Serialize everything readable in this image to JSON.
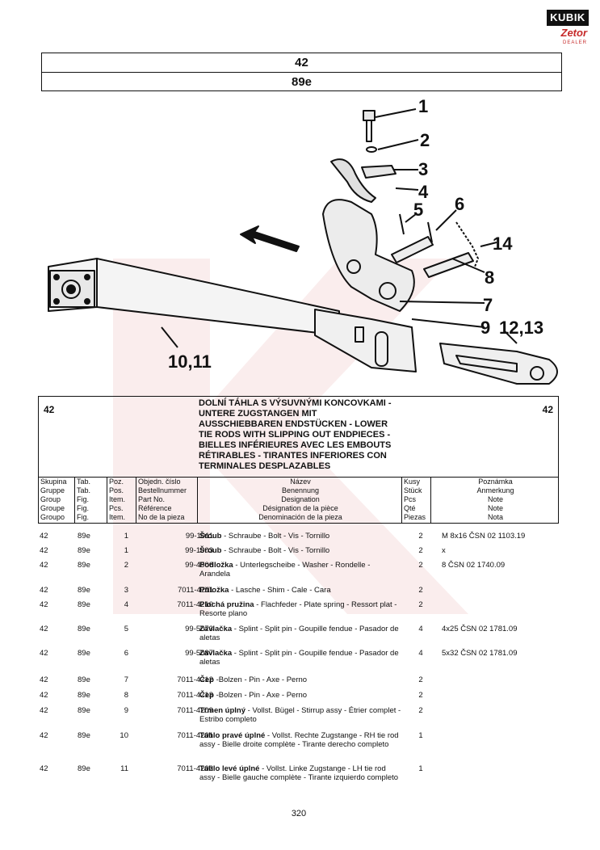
{
  "logo": {
    "brand": "KUBIK",
    "sub": "Zetor",
    "tag": "DEALER"
  },
  "header": {
    "group": "42",
    "table": "89e"
  },
  "callouts": [
    "1",
    "2",
    "3",
    "4",
    "5",
    "6",
    "14",
    "8",
    "7",
    "9",
    "12,13",
    "10,11"
  ],
  "title_box": {
    "left_code": "42",
    "right_code": "42",
    "title_lines": [
      "DOLNÍ TÁHLA S VÝSUVNÝMI KONCOVKAMI -",
      "UNTERE ZUGSTANGEN MIT",
      "AUSSCHIEBBAREN ENDSTÜCKEN - LOWER",
      "TIE RODS WITH SLIPPING OUT ENDPIECES -",
      "BIELLES INFÉRIEURES AVEC LES EMBOUTS",
      "RÉTIRABLES - TIRANTES INFERIORES CON",
      "TERMINALES DESPLAZABLES"
    ]
  },
  "columns": {
    "group": [
      "Skupina",
      "Gruppe",
      "Group",
      "Groupe",
      "Groupo"
    ],
    "table": [
      "Tab.",
      "Tab.",
      "Fig.",
      "Fig.",
      "Fig."
    ],
    "pos": [
      "Poz.",
      "Pos.",
      "Item.",
      "Pcs.",
      "Item."
    ],
    "part": [
      "Objedn. číslo",
      "Bestellnummer",
      "Part No.",
      "Référence",
      "No de la pieza"
    ],
    "name": [
      "Název",
      "Benennung",
      "Designation",
      "Désignation de la pièce",
      "Denominación de la pieza"
    ],
    "qty": [
      "Kusy",
      "Stück",
      "Pcs",
      "Qté",
      "Piezas"
    ],
    "note": [
      "Poznámka",
      "Anmerkung",
      "Note",
      "Note",
      "Nota"
    ]
  },
  "rows": [
    {
      "group": "42",
      "table": "89e",
      "pos": "1",
      "part": "99-1011",
      "name_bold": "Šroub",
      "name_rest": " - Schraube - Bolt - Vis - Tornillo",
      "qty": "2",
      "note": "M 8x16 ČSN 02 1103.19"
    },
    {
      "group": "42",
      "table": "89e",
      "pos": "1",
      "part": "99-1003",
      "name_bold": "Šroub",
      "name_rest": " - Schraube - Bolt - Vis - Tornillo",
      "qty": "2",
      "note": "x"
    },
    {
      "group": "42",
      "table": "89e",
      "pos": "2",
      "part": "99-4506",
      "name_bold": "Podložka",
      "name_rest": " - Unterlegscheibe - Washer - Rondelle - Arandela",
      "qty": "2",
      "note": "8 ČSN 02 1740.09"
    },
    {
      "group": "42",
      "table": "89e",
      "pos": "3",
      "part": "7011-4211",
      "name_bold": "Příložka",
      "name_rest": " - Lasche - Shim - Cale - Cara",
      "qty": "2",
      "note": ""
    },
    {
      "group": "42",
      "table": "89e",
      "pos": "4",
      "part": "7011-4210",
      "name_bold": "Plochá pružina",
      "name_rest": " - Flachfeder - Plate spring - Ressort plat - Resorte plano",
      "qty": "2",
      "note": ""
    },
    {
      "group": "42",
      "table": "89e",
      "pos": "5",
      "part": "99-5073",
      "name_bold": "Závlačka",
      "name_rest": " - Splint - Split pin - Goupille fendue - Pasador de aletas",
      "qty": "4",
      "note": "4x25 ČSN 02 1781.09"
    },
    {
      "group": "42",
      "table": "89e",
      "pos": "6",
      "part": "99-5087",
      "name_bold": "Závlačka",
      "name_rest": " - Splint - Split pin - Goupille fendue - Pasador de aletas",
      "qty": "4",
      "note": "5x32 ČSN 02 1781.09"
    },
    {
      "group": "42",
      "table": "89e",
      "pos": "7",
      "part": "7011-4212",
      "name_bold": "Čep",
      "name_rest": " -Bolzen - Pin - Axe - Perno",
      "qty": "2",
      "note": ""
    },
    {
      "group": "42",
      "table": "89e",
      "pos": "8",
      "part": "7011-4213",
      "name_bold": "Čep",
      "name_rest": " -Bolzen - Pin - Axe - Perno",
      "qty": "2",
      "note": ""
    },
    {
      "group": "42",
      "table": "89e",
      "pos": "9",
      "part": "7011-4209",
      "name_bold": "Třmen úplný",
      "name_rest": " - Vollst. Bügel - Stirrup assy - Étrier complet - Estribo completo",
      "qty": "2",
      "note": ""
    },
    {
      "group": "42",
      "table": "89e",
      "pos": "10",
      "part": "7011-4201",
      "name_bold": "Táhlo pravé úplné",
      "name_rest": " - Vollst. Rechte Zugstange - RH tie rod assy - Bielle droite complète - Tirante derecho completo",
      "qty": "1",
      "note": ""
    },
    {
      "group": "42",
      "table": "89e",
      "pos": "11",
      "part": "7011-4202",
      "name_bold": "Táhlo levé úplné",
      "name_rest": " - Vollst. Linke Zugstange - LH tie rod assy - Bielle gauche complète - Tirante izquierdo completo",
      "qty": "1",
      "note": ""
    }
  ],
  "page_number": "320"
}
